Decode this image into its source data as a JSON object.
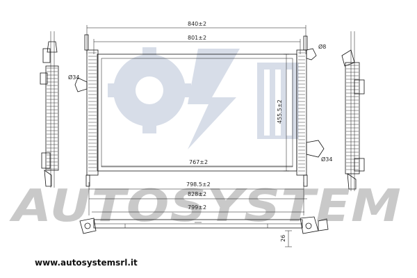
{
  "watermark": {
    "text": "AUTOSYSTEM",
    "color": "#c9c9c9"
  },
  "dimensions": {
    "width_overall": "840±2",
    "width_core_outer": "801±2",
    "pipe_dia_top": "Ø8",
    "pipe_dia_left": "Ø34",
    "height_core": "455.5±2",
    "width_core_inner": "767±2",
    "pipe_dia_right": "Ø34",
    "width_mounts": "798.5±2",
    "width_base": "828±2",
    "width_bottom_view": "799±2",
    "depth": "26"
  },
  "footer": {
    "website": "www.autosystemsrl.it"
  }
}
